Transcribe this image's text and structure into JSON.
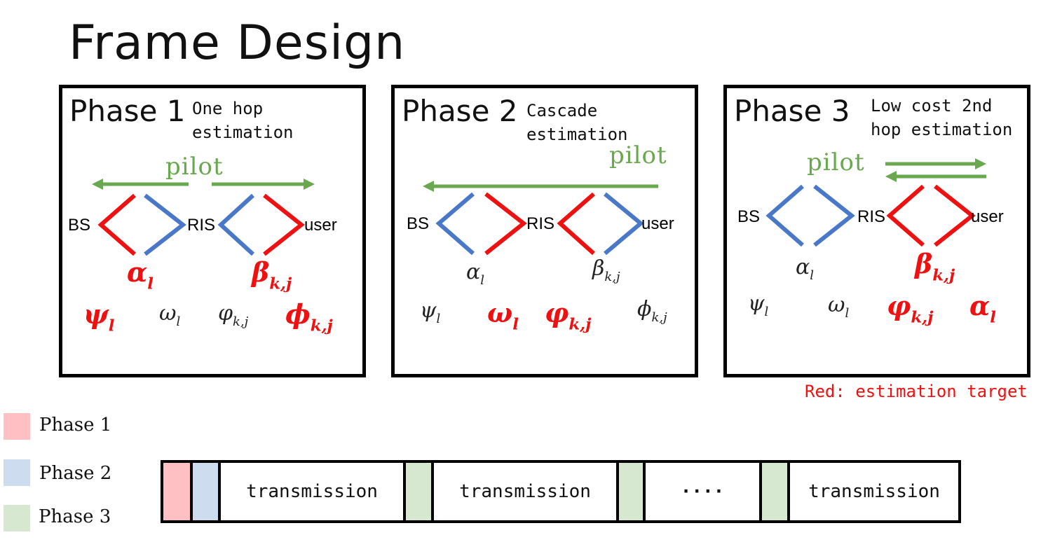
{
  "title": "Frame Design",
  "colors": {
    "red": "#ee1111",
    "blue": "#4a78c8",
    "green": "#6aa84f",
    "phase1": "#ffc0c4",
    "phase2": "#cddcef",
    "phase3": "#d6e8cf"
  },
  "panels": [
    {
      "label": "Phase 1",
      "desc": "One hop\nestimation",
      "pilot": "pilot",
      "nodes": {
        "bs": "BS",
        "ris": "RIS",
        "user": "user"
      },
      "alpha": {
        "base": "α",
        "sub": "l"
      },
      "beta": {
        "base": "β",
        "sub": "k,j"
      },
      "params": [
        {
          "base": "ψ",
          "sub": "l"
        },
        {
          "base": "ω",
          "sub": "l"
        },
        {
          "base": "φ",
          "sub": "k,j"
        },
        {
          "base": "ϕ",
          "sub": "k,j"
        }
      ]
    },
    {
      "label": "Phase 2",
      "desc": "Cascade\nestimation",
      "pilot": "pilot",
      "nodes": {
        "bs": "BS",
        "ris": "RIS",
        "user": "user"
      },
      "alpha": {
        "base": "α",
        "sub": "l"
      },
      "beta": {
        "base": "β",
        "sub": "k,j"
      },
      "params": [
        {
          "base": "ψ",
          "sub": "l"
        },
        {
          "base": "ω",
          "sub": "l"
        },
        {
          "base": "φ",
          "sub": "k,j"
        },
        {
          "base": "ϕ",
          "sub": "k,j"
        }
      ]
    },
    {
      "label": "Phase 3",
      "desc": "Low cost 2nd\nhop estimation",
      "pilot": "pilot",
      "nodes": {
        "bs": "BS",
        "ris": "RIS",
        "user": "user"
      },
      "alpha": {
        "base": "α",
        "sub": "l"
      },
      "beta": {
        "base": "β",
        "sub": "k,j"
      },
      "params": [
        {
          "base": "ψ",
          "sub": "l"
        },
        {
          "base": "ω",
          "sub": "l"
        },
        {
          "base": "φ",
          "sub": "k,j"
        },
        {
          "base": "α",
          "sub": "l"
        }
      ]
    }
  ],
  "note": "Red: estimation target",
  "legend": [
    {
      "label": "Phase 1"
    },
    {
      "label": "Phase 2"
    },
    {
      "label": "Phase 3"
    }
  ],
  "frame": {
    "segments": [
      {
        "kind": "phase1",
        "text": ""
      },
      {
        "kind": "phase2",
        "text": ""
      },
      {
        "kind": "transmission",
        "text": "transmission"
      },
      {
        "kind": "phase3",
        "text": ""
      },
      {
        "kind": "transmission",
        "text": "transmission"
      },
      {
        "kind": "phase3",
        "text": ""
      },
      {
        "kind": "ellipsis",
        "text": "····"
      },
      {
        "kind": "phase3",
        "text": ""
      },
      {
        "kind": "transmission",
        "text": "transmission"
      }
    ]
  }
}
